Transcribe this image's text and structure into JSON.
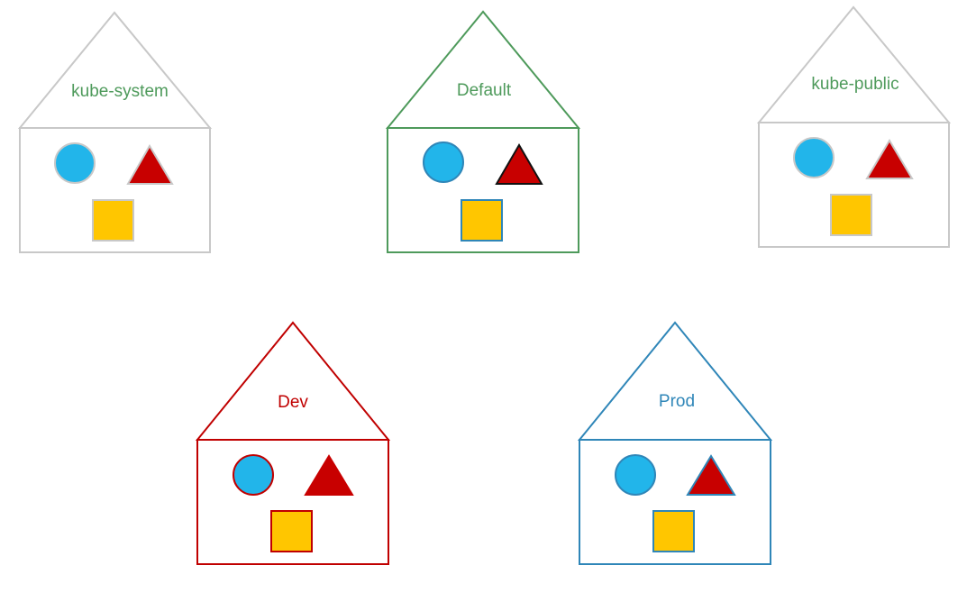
{
  "houses": [
    {
      "label": "kube-system",
      "outline_color": "#c8c8c8",
      "label_color": "#4e9a5b",
      "shapes": {
        "circle_color": "#22b5ea",
        "circle_stroke": "#c8c8c8",
        "triangle_color": "#c80000",
        "triangle_stroke": "#c8c8c8",
        "square_color": "#ffc600",
        "square_stroke": "#c8c8c8"
      }
    },
    {
      "label": "Default",
      "outline_color": "#4e9a5b",
      "label_color": "#4e9a5b",
      "shapes": {
        "circle_color": "#22b5ea",
        "circle_stroke": "#2f86b8",
        "triangle_color": "#c80000",
        "triangle_stroke": "#111111",
        "square_color": "#ffc600",
        "square_stroke": "#2f86b8"
      }
    },
    {
      "label": "kube-public",
      "outline_color": "#c8c8c8",
      "label_color": "#4e9a5b",
      "shapes": {
        "circle_color": "#22b5ea",
        "circle_stroke": "#c8c8c8",
        "triangle_color": "#c80000",
        "triangle_stroke": "#c8c8c8",
        "square_color": "#ffc600",
        "square_stroke": "#c8c8c8"
      }
    },
    {
      "label": "Dev",
      "outline_color": "#c00000",
      "label_color": "#c00000",
      "shapes": {
        "circle_color": "#22b5ea",
        "circle_stroke": "#c00000",
        "triangle_color": "#c80000",
        "triangle_stroke": "#c80000",
        "square_color": "#ffc600",
        "square_stroke": "#c00000"
      }
    },
    {
      "label": "Prod",
      "outline_color": "#2f86b8",
      "label_color": "#2f86b8",
      "shapes": {
        "circle_color": "#22b5ea",
        "circle_stroke": "#2f86b8",
        "triangle_color": "#c80000",
        "triangle_stroke": "#2f86b8",
        "square_color": "#ffc600",
        "square_stroke": "#2f86b8"
      }
    }
  ]
}
